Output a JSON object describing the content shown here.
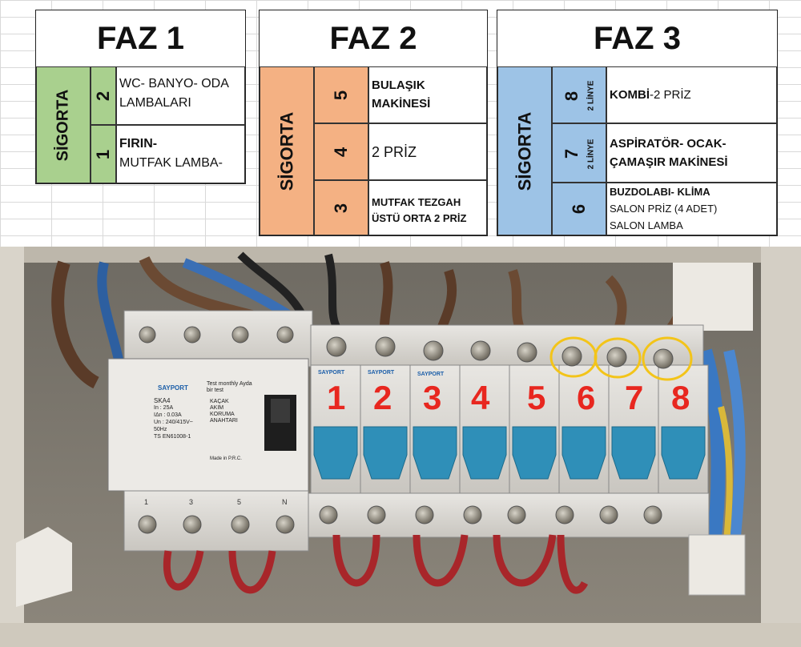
{
  "faz1": {
    "title": "FAZ 1",
    "sigorta": "SİGORTA",
    "rows": [
      {
        "num": "2",
        "line1": "WC- BANYO- ODA",
        "line2": "LAMBALARI"
      },
      {
        "num": "1",
        "line1": "FIRIN-",
        "line2": "MUTFAK LAMBA-"
      }
    ],
    "color": "#a9d08e"
  },
  "faz2": {
    "title": "FAZ 2",
    "sigorta": "SİGORTA",
    "rows": [
      {
        "num": "5",
        "line1": "BULAŞIK",
        "line2": "MAKİNESİ"
      },
      {
        "num": "4",
        "line1": "2 PRİZ"
      },
      {
        "num": "3",
        "line1": "MUTFAK TEZGAH",
        "line2": "ÜSTÜ ORTA 2 PRİZ"
      }
    ],
    "color": "#f4b183"
  },
  "faz3": {
    "title": "FAZ 3",
    "sigorta": "SİGORTA",
    "rows": [
      {
        "num": "8",
        "sub": "2 LİNYE",
        "line1a": "KOMBİ",
        "line1b": "-2 PRİZ"
      },
      {
        "num": "7",
        "sub": "2 LİNYE",
        "line1": "ASPİRATÖR- OCAK-",
        "line2": "ÇAMAŞIR MAKİNESİ"
      },
      {
        "num": "6",
        "line1": "BUZDOLABI-  KLİMA",
        "line2": "SALON PRİZ (4 ADET)",
        "line3": "SALON LAMBA"
      }
    ],
    "color": "#9dc3e6"
  },
  "photo": {
    "rcd": {
      "brand": "SAYPORT",
      "model": "SKA4",
      "specs": [
        "In : 25A",
        "IΔn : 0.03A",
        "Un : 240/415V~",
        "50Hz",
        "TS EN61008-1"
      ],
      "test_label": "Test monthly Ayda bir test",
      "kacak_label": [
        "KAÇAK",
        "AKIM",
        "KORUMA",
        "ANAHTARI"
      ],
      "made_in": "Made in P.R.C.",
      "terminals": [
        "1",
        "3",
        "5",
        "N"
      ]
    },
    "breaker_brand": "SAYPORT",
    "breaker_numbers": [
      "1",
      "2",
      "3",
      "4",
      "5",
      "6",
      "7",
      "8"
    ],
    "number_color": "#e8271f",
    "highlight_color": "#f3c419"
  }
}
